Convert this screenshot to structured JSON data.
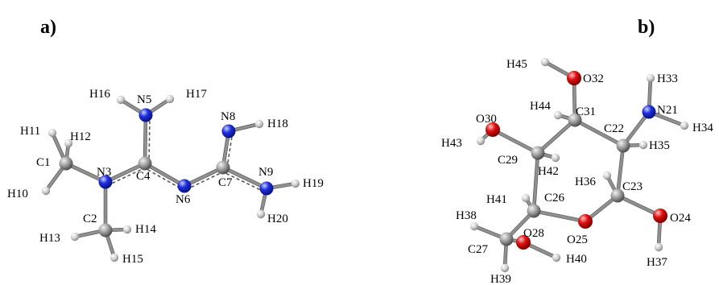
{
  "panels": [
    {
      "letter": "a)",
      "atoms": [
        {
          "id": "H16",
          "label": "H16",
          "el": "H"
        },
        {
          "id": "N5",
          "label": "N5",
          "el": "N"
        },
        {
          "id": "H17",
          "label": "H17",
          "el": "H"
        },
        {
          "id": "N8",
          "label": "N8",
          "el": "N"
        },
        {
          "id": "H18",
          "label": "H18",
          "el": "H"
        },
        {
          "id": "H11",
          "label": "H11",
          "el": "H"
        },
        {
          "id": "H12",
          "label": "H12",
          "el": "H"
        },
        {
          "id": "C1",
          "label": "C1",
          "el": "C"
        },
        {
          "id": "N3",
          "label": "N3",
          "el": "N"
        },
        {
          "id": "C4",
          "label": "C4",
          "el": "C"
        },
        {
          "id": "N6",
          "label": "N6",
          "el": "N"
        },
        {
          "id": "C7",
          "label": "C7",
          "el": "C"
        },
        {
          "id": "N9",
          "label": "N9",
          "el": "N"
        },
        {
          "id": "H19",
          "label": "H19",
          "el": "H"
        },
        {
          "id": "H10",
          "label": "H10",
          "el": "H"
        },
        {
          "id": "H20",
          "label": "H20",
          "el": "H"
        },
        {
          "id": "C2",
          "label": "C2",
          "el": "C"
        },
        {
          "id": "H14",
          "label": "H14",
          "el": "H"
        },
        {
          "id": "H13",
          "label": "H13",
          "el": "H"
        },
        {
          "id": "H15",
          "label": "H15",
          "el": "H"
        }
      ],
      "bonds": [
        [
          "C1",
          "H11",
          "single"
        ],
        [
          "C1",
          "H12",
          "single"
        ],
        [
          "C1",
          "H10",
          "single"
        ],
        [
          "C1",
          "N3",
          "single"
        ],
        [
          "N3",
          "C2",
          "single"
        ],
        [
          "C2",
          "H13",
          "single"
        ],
        [
          "C2",
          "H14",
          "single"
        ],
        [
          "C2",
          "H15",
          "single"
        ],
        [
          "N3",
          "C4",
          "partial"
        ],
        [
          "C4",
          "N5",
          "partial"
        ],
        [
          "C4",
          "N6",
          "partial"
        ],
        [
          "N5",
          "H16",
          "single"
        ],
        [
          "N5",
          "H17",
          "single"
        ],
        [
          "N6",
          "C7",
          "partial"
        ],
        [
          "C7",
          "N8",
          "partial"
        ],
        [
          "C7",
          "N9",
          "partial"
        ],
        [
          "N8",
          "H18",
          "single"
        ],
        [
          "N9",
          "H19",
          "single"
        ],
        [
          "N9",
          "H20",
          "single"
        ]
      ]
    },
    {
      "letter": "b)",
      "atoms": [
        {
          "id": "H45",
          "label": "H45",
          "el": "H"
        },
        {
          "id": "O32",
          "label": "O32",
          "el": "O"
        },
        {
          "id": "H33",
          "label": "H33",
          "el": "H"
        },
        {
          "id": "H44",
          "label": "H44",
          "el": "H"
        },
        {
          "id": "C31",
          "label": "C31",
          "el": "C"
        },
        {
          "id": "N21",
          "label": "N21",
          "el": "N"
        },
        {
          "id": "O30",
          "label": "O30",
          "el": "O"
        },
        {
          "id": "H34",
          "label": "H34",
          "el": "H"
        },
        {
          "id": "C22",
          "label": "C22",
          "el": "C"
        },
        {
          "id": "H35",
          "label": "H35",
          "el": "H"
        },
        {
          "id": "H43",
          "label": "H43",
          "el": "H"
        },
        {
          "id": "C29",
          "label": "C29",
          "el": "C"
        },
        {
          "id": "H42",
          "label": "H42",
          "el": "H"
        },
        {
          "id": "H36",
          "label": "H36",
          "el": "H"
        },
        {
          "id": "C23",
          "label": "C23",
          "el": "C"
        },
        {
          "id": "H41",
          "label": "H41",
          "el": "H"
        },
        {
          "id": "C26",
          "label": "C26",
          "el": "C"
        },
        {
          "id": "H38",
          "label": "H38",
          "el": "H"
        },
        {
          "id": "O24",
          "label": "O24",
          "el": "O"
        },
        {
          "id": "O28",
          "label": "O28",
          "el": "O"
        },
        {
          "id": "O25",
          "label": "O25",
          "el": "O"
        },
        {
          "id": "C27",
          "label": "C27",
          "el": "C"
        },
        {
          "id": "H40",
          "label": "H40",
          "el": "H"
        },
        {
          "id": "H37",
          "label": "H37",
          "el": "H"
        },
        {
          "id": "H39",
          "label": "H39",
          "el": "H"
        }
      ],
      "bonds": [
        [
          "O32",
          "H45",
          "single"
        ],
        [
          "O32",
          "C31",
          "single"
        ],
        [
          "C31",
          "H44",
          "single"
        ],
        [
          "C31",
          "C22",
          "single"
        ],
        [
          "C31",
          "C29",
          "single"
        ],
        [
          "C22",
          "N21",
          "single"
        ],
        [
          "C22",
          "H35",
          "single"
        ],
        [
          "C22",
          "C23",
          "single"
        ],
        [
          "N21",
          "H33",
          "single"
        ],
        [
          "N21",
          "H34",
          "single"
        ],
        [
          "C29",
          "O30",
          "single"
        ],
        [
          "O30",
          "H43",
          "single"
        ],
        [
          "C29",
          "H42",
          "single"
        ],
        [
          "C29",
          "C26",
          "single"
        ],
        [
          "C23",
          "H36",
          "single"
        ],
        [
          "C23",
          "O24",
          "single"
        ],
        [
          "O24",
          "H37",
          "single"
        ],
        [
          "C23",
          "O25",
          "single"
        ],
        [
          "O25",
          "C26",
          "single"
        ],
        [
          "C26",
          "H41",
          "single"
        ],
        [
          "C26",
          "C27",
          "single"
        ],
        [
          "C27",
          "H38",
          "single"
        ],
        [
          "C27",
          "O28",
          "single"
        ],
        [
          "O28",
          "H40",
          "single"
        ],
        [
          "C27",
          "H39",
          "single"
        ]
      ]
    }
  ]
}
